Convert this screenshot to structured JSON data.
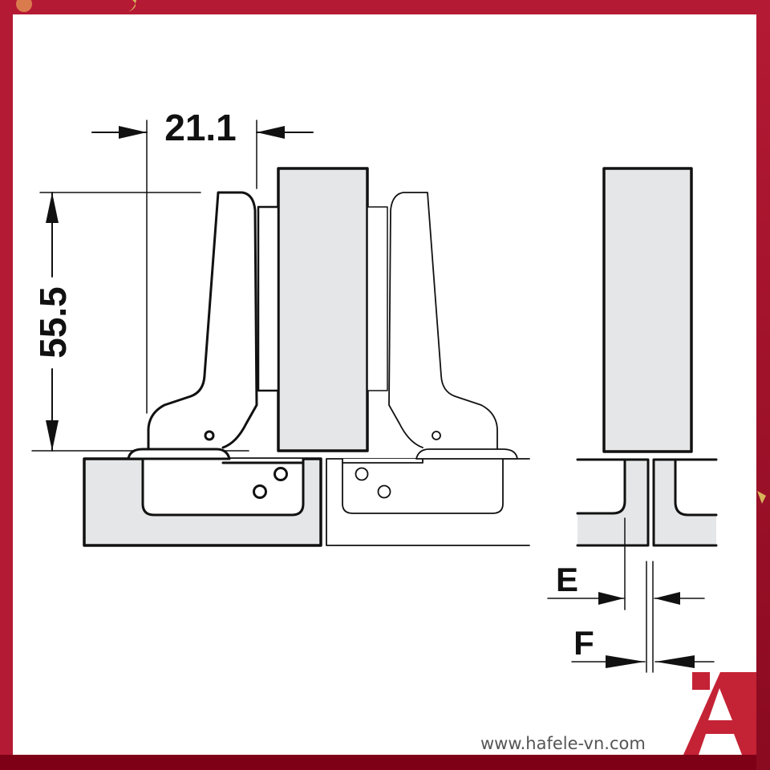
{
  "dimensions": {
    "width_label": "21.1",
    "height_label": "55.5",
    "gap_e_label": "E",
    "gap_f_label": "F"
  },
  "footer": {
    "url": "www.hafele-vn.com",
    "logo_letter": "A"
  },
  "colors": {
    "frame": "#b51a34",
    "frame_dark": "#7e0016",
    "panel_fill": "#e5e6e7",
    "line": "#111111",
    "logo_red": "#c42335"
  }
}
